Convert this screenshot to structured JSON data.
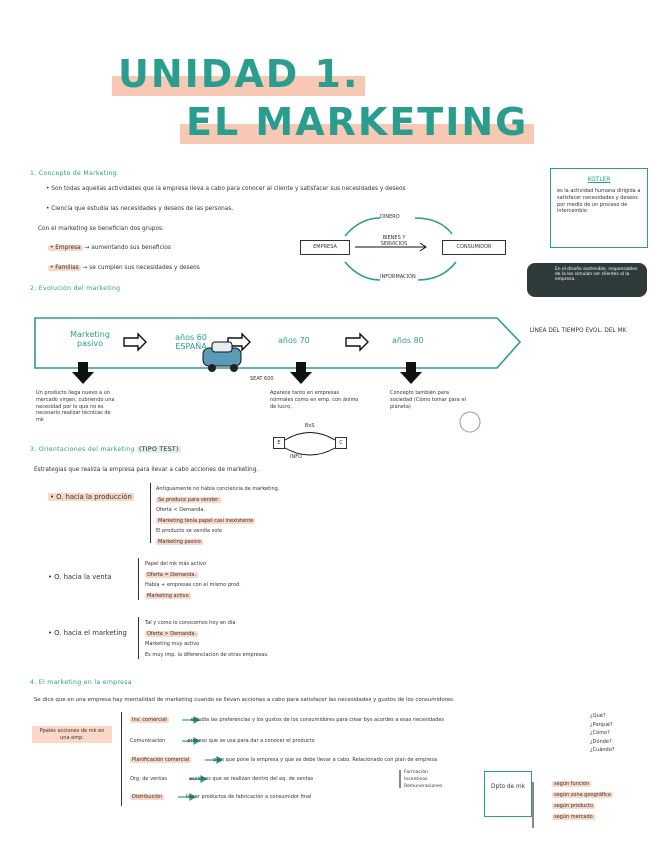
{
  "title": {
    "line1": "UNIDAD 1.",
    "line2": "EL MARKETING"
  },
  "s1": {
    "heading": "1. Concepto de Marketing",
    "b1": "• Son todas aquellas actividades que la empresa lleva a cabo para conocer al cliente y satisfacer sus necesidades y deseos",
    "b2": "• Ciencia que estudia las necesidades y deseos de las personas.",
    "b3": "Con el marketing se benefician dos grupos:",
    "g1a": "• Empresa",
    "g1b": "→ aumentando sus beneficios",
    "g2a": "• Familias",
    "g2b": "→ se cumplen sus necesidades y deseos"
  },
  "kotler": {
    "label": "KOTLER",
    "text": "es la actividad humana dirigida a satisfacer necesidades y deseos por medio de un proceso de intercambio"
  },
  "cycle": {
    "empresa": "EMPRESA",
    "consumidor": "CONSUMIDOR",
    "dinero": "DINERO",
    "bienes": "BIENES Y SERVICIOS",
    "informacion": "INFORMACIÓN"
  },
  "dark_note": "En el diseño sostenible, responsables de la los simulan ser clientes al la empresa.",
  "s2": {
    "heading": "2. Evolución del marketing"
  },
  "timeline": {
    "label1": "Marketing pasivo",
    "label2": "años 60 ESPAÑA",
    "label3": "años 70",
    "label4": "años 80",
    "title": "LÍNEA DEL TIEMPO EVOL. DEL MK",
    "car": "SEAT 600",
    "n1": "Un producto llega nuevo a un mercado virgen, cubriendo una necesidad por lo que no es necesario realizar técnicas de mk",
    "n2": "Aparece tanto en empresas normales como en emp. con ánimo de lucro,",
    "n3": "Concepto también para sociedad (Cómo tomar para el planeta)",
    "bxs": "BxS",
    "e": "E",
    "c": "C",
    "info": "INFO"
  },
  "s3": {
    "heading": "3. Orientaciones del marketing",
    "tag": "(TIPO TEST)",
    "intro": "Estrategias que realiza la empresa para llevar a cabo acciones de marketing.",
    "o1": "• O. hacia la producción",
    "o1_items": [
      "Antiguamente no había conciencia de marketing.",
      "Se produce para vender.",
      "Oferta < Demanda.",
      "Marketing tenía papel casi inexistente",
      "El producto se vendía solo",
      "Marketing pasivo"
    ],
    "o2": "• O. hacia la venta",
    "o2_items": [
      "Papel del mk más activo",
      "Oferta = Demanda.",
      "Había + empresas con el mismo prod.",
      "Marketing activo"
    ],
    "o3": "• O. hacia el marketing",
    "o3_items": [
      "Tal y como lo conocemos hoy en día",
      "Oferta > Demanda.",
      "Marketing muy activo",
      "Es muy imp. la diferenciación de otras empresas."
    ]
  },
  "s4": {
    "heading": "4. El marketing en la empresa",
    "intro": "Se dice que en una empresa hay mentalidad de marketing cuando se llevan acciones a cabo para satisfacer las necesidades y gustos de los consumidores.",
    "ppal": "Ppales acciones de mk en una emp.",
    "rows": [
      {
        "k": "Inv. comercial",
        "v": "estudia las preferencias y los gustos de los consumidores para crear bys acordes a esas necesidades"
      },
      {
        "k": "Comunicación",
        "v": "proceso que se usa para dar a conocer el producto"
      },
      {
        "k": "Planificación comercial",
        "v": "plan que pone la empresa y que se debe llevar a cabo. Relacionado con plan de empresa"
      },
      {
        "k": "Org. de ventas",
        "v": "acciones que se realizan dentro del eq. de ventas"
      },
      {
        "k": "Distribución",
        "v": "llevar productos de fabricación a consumidor final"
      }
    ],
    "questions": [
      "¿Qué?",
      "¿Porqué?",
      "¿Cómo?",
      "¿Dónde?",
      "¿Cuándo?"
    ],
    "ventas_sub": [
      "Formación",
      "Incentivos",
      "Remuneraciones"
    ],
    "dpto": "Dpto de mk",
    "dpto_items": [
      "según función",
      "según zona geográfica",
      "según producto",
      "según mercado"
    ]
  },
  "colors": {
    "teal": "#2a9d8f",
    "peach": "#f7c9b4",
    "dark": "#2f3b3b"
  }
}
